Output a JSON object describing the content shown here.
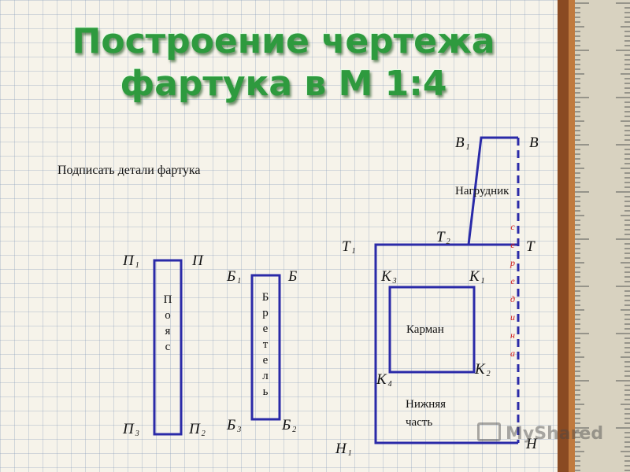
{
  "title": {
    "line1": "Построение чертежа",
    "line2": "фартука в М 1:4"
  },
  "instruction": "Подписать детали фартука",
  "belt": {
    "name_vertical": "П\nо\nя\nс",
    "labels": {
      "p1_base": "П",
      "p1_sub": "1",
      "p": "П",
      "p3_base": "П",
      "p3_sub": "3",
      "p2_base": "П",
      "p2_sub": "2"
    }
  },
  "strap": {
    "name_vertical": "Б\nр\nе\nт\nе\nл\nь",
    "labels": {
      "b1_base": "Б",
      "b1_sub": "1",
      "b": "Б",
      "b3_base": "Б",
      "b3_sub": "3",
      "b2_base": "Б",
      "b2_sub": "2"
    }
  },
  "apron": {
    "bib": "Нагрудник",
    "pocket": "Карман",
    "lower_line1": "Нижняя",
    "lower_line2": "часть",
    "fold_vertical": "с\nе\nр\nе\nд\nи\nн\nа",
    "labels": {
      "v1_base": "В",
      "v1_sub": "1",
      "v": "В",
      "t1_base": "Т",
      "t1_sub": "1",
      "t2_base": "Т",
      "t2_sub": "2",
      "t": "Т",
      "k3_base": "К",
      "k3_sub": "3",
      "k1_base": "К",
      "k1_sub": "1",
      "k4_base": "К",
      "k4_sub": "4",
      "k2_base": "К",
      "k2_sub": "2",
      "n1_base": "Н",
      "n1_sub": "1",
      "n": "Н"
    }
  },
  "colors": {
    "outline": "#2a2aa8",
    "title": "#2e9a3e",
    "fold_text": "#d02020"
  },
  "watermark": "MyShared"
}
